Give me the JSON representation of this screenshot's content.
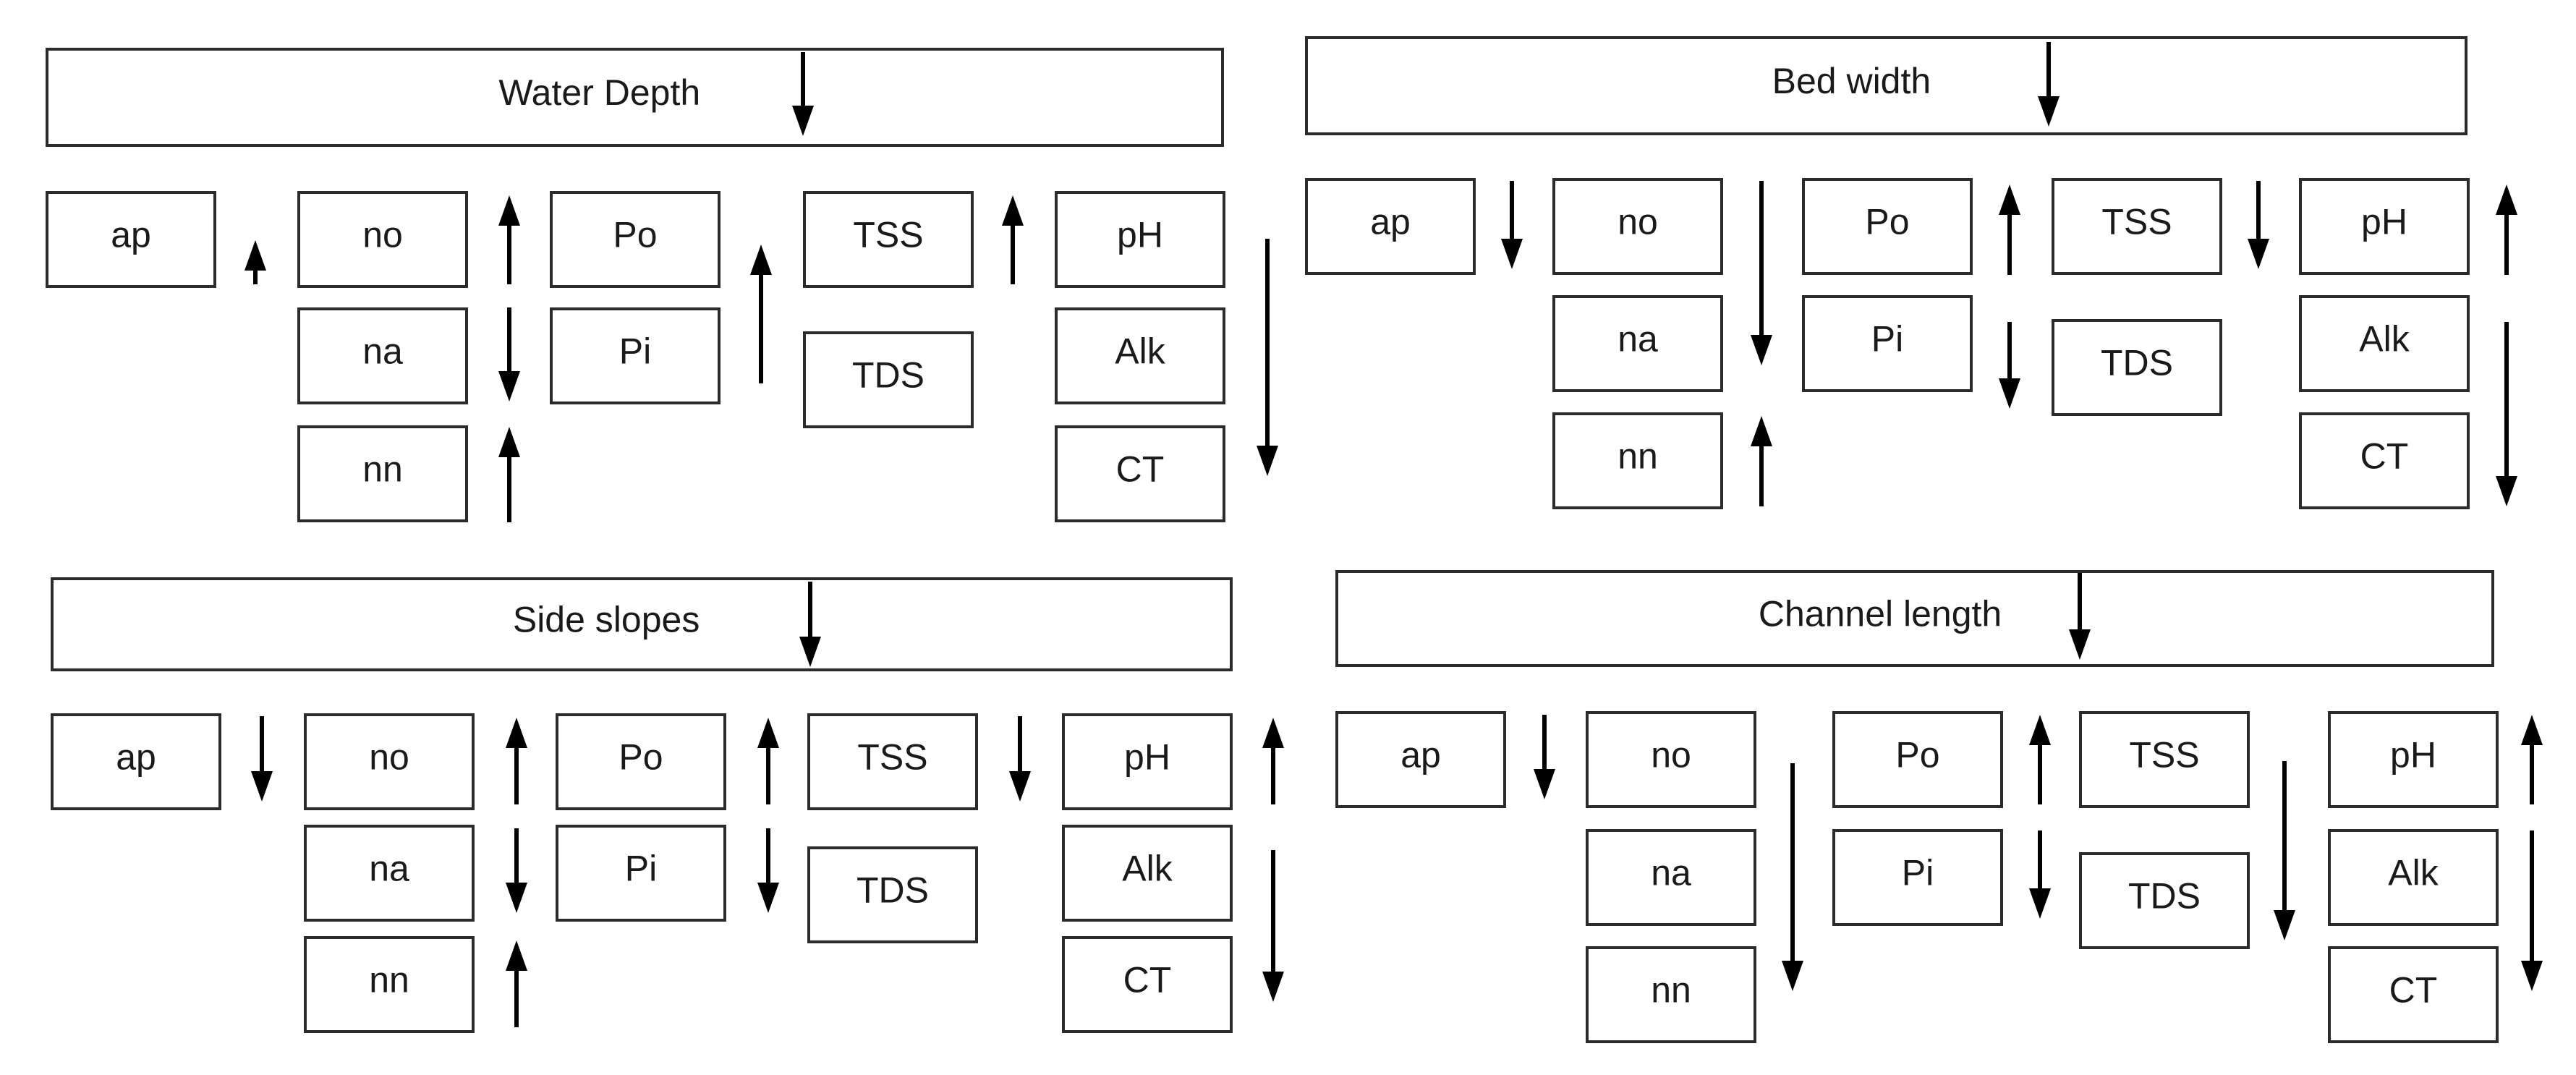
{
  "panels": [
    {
      "id": "water-depth",
      "title": "Water Depth",
      "boxes": {
        "ap": "ap",
        "no": "no",
        "na": "na",
        "nn": "nn",
        "Po": "Po",
        "Pi": "Pi",
        "TSS": "TSS",
        "TDS": "TDS",
        "pH": "pH",
        "Alk": "Alk",
        "CT": "CT"
      },
      "arrows": {
        "header": "down",
        "ap": "up",
        "no": "up",
        "na": "down",
        "nn": "up",
        "Po_Pi": "up",
        "TSS": "up",
        "pH_Alk_CT": "down"
      }
    },
    {
      "id": "bed-width",
      "title": "Bed width",
      "boxes": {
        "ap": "ap",
        "no": "no",
        "na": "na",
        "nn": "nn",
        "Po": "Po",
        "Pi": "Pi",
        "TSS": "TSS",
        "TDS": "TDS",
        "pH": "pH",
        "Alk": "Alk",
        "CT": "CT"
      },
      "arrows": {
        "header": "down",
        "ap": "down",
        "no_na": "down",
        "nn": "up",
        "Po": "up",
        "Pi": "down",
        "TSS": "down",
        "pH": "up",
        "Alk_CT": "down"
      }
    },
    {
      "id": "side-slopes",
      "title": "Side slopes",
      "boxes": {
        "ap": "ap",
        "no": "no",
        "na": "na",
        "nn": "nn",
        "Po": "Po",
        "Pi": "Pi",
        "TSS": "TSS",
        "TDS": "TDS",
        "pH": "pH",
        "Alk": "Alk",
        "CT": "CT"
      },
      "arrows": {
        "header": "down",
        "ap": "down",
        "no": "up",
        "na": "down",
        "nn": "up",
        "Po": "up",
        "Pi": "down",
        "TSS": "down",
        "pH": "up",
        "Alk_CT": "down"
      }
    },
    {
      "id": "channel-length",
      "title": "Channel length",
      "boxes": {
        "ap": "ap",
        "no": "no",
        "na": "na",
        "nn": "nn",
        "Po": "Po",
        "Pi": "Pi",
        "TSS": "TSS",
        "TDS": "TDS",
        "pH": "pH",
        "Alk": "Alk",
        "CT": "CT"
      },
      "arrows": {
        "header": "down",
        "ap": "down",
        "no_na_nn": "down",
        "Po": "up",
        "Pi": "down",
        "TSS_TDS": "down",
        "pH": "up",
        "Alk_CT": "down"
      }
    }
  ]
}
